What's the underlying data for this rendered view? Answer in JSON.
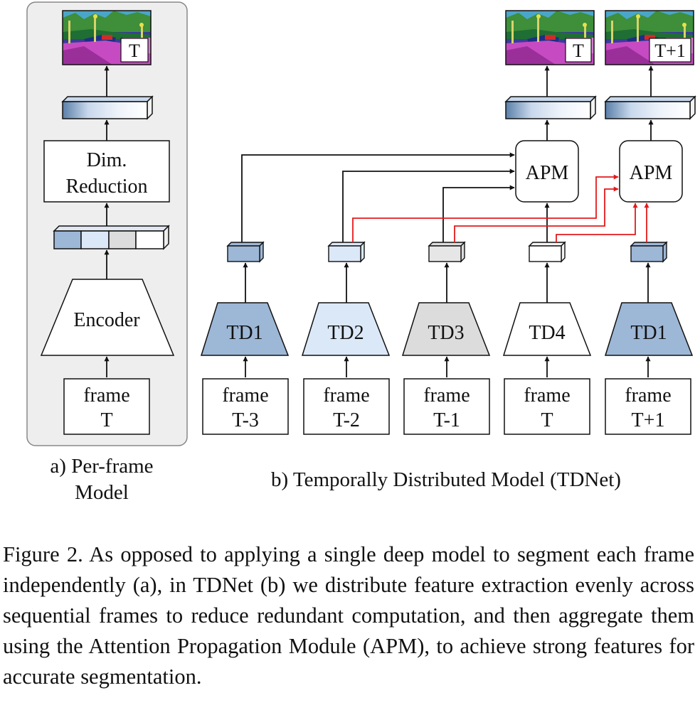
{
  "panel_a": {
    "output_label": "T",
    "dim_reduction_label": [
      "Dim.",
      "Reduction"
    ],
    "encoder_label": "Encoder",
    "frame_label": [
      "frame",
      "T"
    ],
    "caption": [
      "a) Per-frame",
      "Model"
    ]
  },
  "panel_b": {
    "apm_label": "APM",
    "outputs": [
      {
        "label": "T"
      },
      {
        "label": "T+1"
      }
    ],
    "columns": [
      {
        "td": "TD1",
        "frame": [
          "frame",
          "T-3"
        ],
        "color": "#9db7d6"
      },
      {
        "td": "TD2",
        "frame": [
          "frame",
          "T-2"
        ],
        "color": "#dbe8f8"
      },
      {
        "td": "TD3",
        "frame": [
          "frame",
          "T-1"
        ],
        "color": "#dcdcdc"
      },
      {
        "td": "TD4",
        "frame": [
          "frame",
          "T"
        ],
        "color": "#ffffff"
      },
      {
        "td": "TD1",
        "frame": [
          "frame",
          "T+1"
        ],
        "color": "#9db7d6"
      }
    ],
    "caption": "b) Temporally Distributed Model (TDNet)"
  },
  "colors": {
    "td1": "#9db7d6",
    "td2": "#dbe8f8",
    "td3": "#dcdcdc",
    "td4": "#ffffff",
    "red_arrow": "#e41a1c",
    "panel_bg": "#eeeeee"
  },
  "figure_caption": "Figure 2. As opposed to applying a single deep model to segment each frame independently (a), in TDNet (b) we distribute feature extraction evenly across sequential frames to reduce redundant computation, and then aggregate them using the Attention Propagation Module (APM), to achieve strong features for accurate segmentation."
}
